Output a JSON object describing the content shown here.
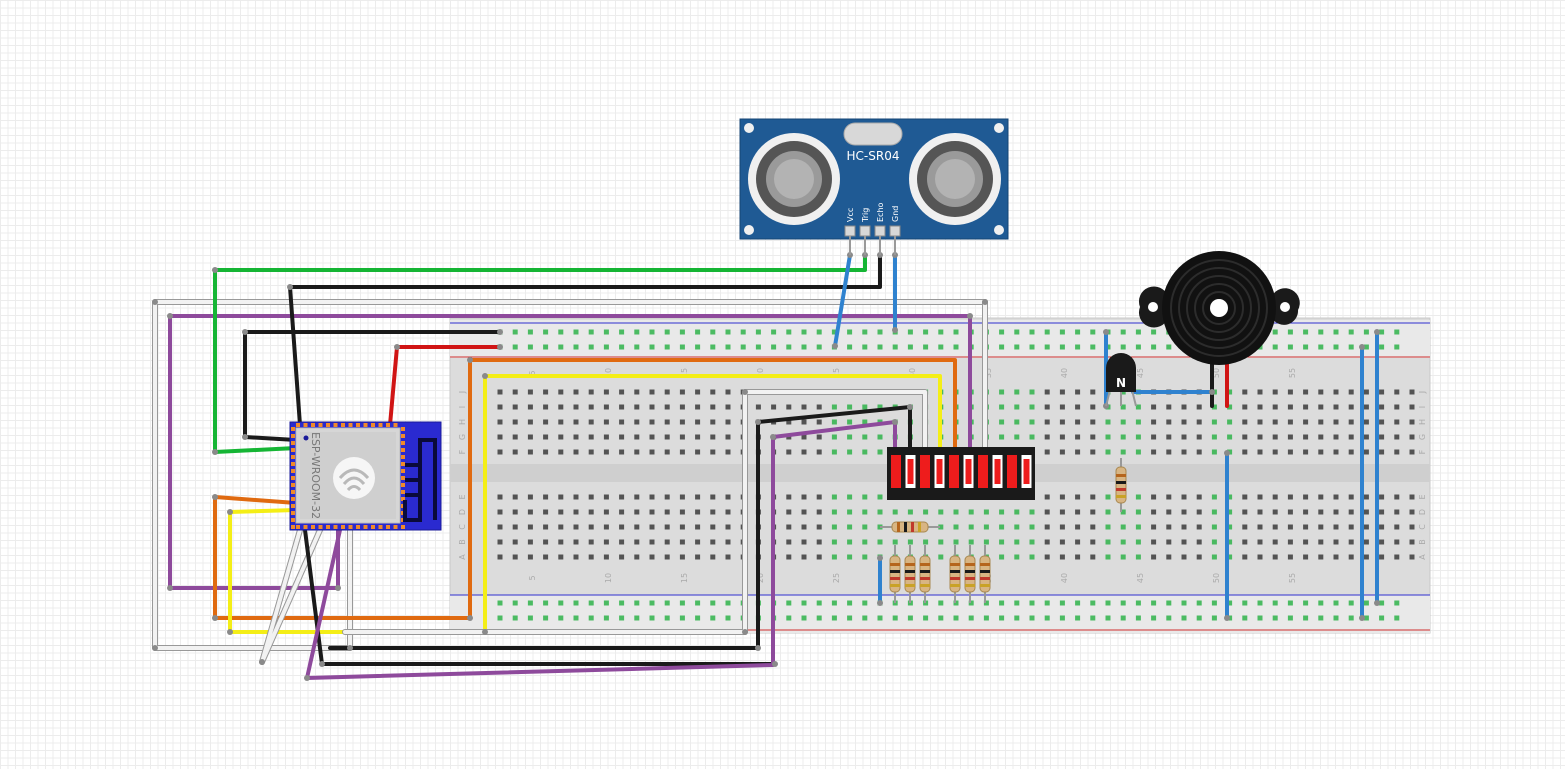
{
  "sensor": {
    "model": "HC-SR04",
    "pins": [
      "Vcc",
      "Trig",
      "Echo",
      "Gnd"
    ]
  },
  "mcu": {
    "label": "ESP-WROOM-32"
  },
  "transistor": {
    "label": "N"
  },
  "breadboard": {
    "column_numbers": [
      "5",
      "10",
      "15",
      "20",
      "25",
      "30",
      "35",
      "40",
      "45",
      "50",
      "55"
    ],
    "row_letters_top": [
      "J",
      "I",
      "H",
      "G",
      "F"
    ],
    "row_letters_bottom": [
      "E",
      "D",
      "C",
      "B",
      "A"
    ]
  },
  "colors": {
    "green": "#15b534",
    "black": "#1a1a1a",
    "white": "#f2f2f2",
    "purple": "#8e4a9c",
    "red": "#d01414",
    "orange": "#e06a10",
    "yellow": "#f4ee16",
    "blue": "#2f82cf",
    "sensor_board": "#1f5a94",
    "mcu_board": "#2a2ad0",
    "led_red": "#ee1c1c"
  }
}
